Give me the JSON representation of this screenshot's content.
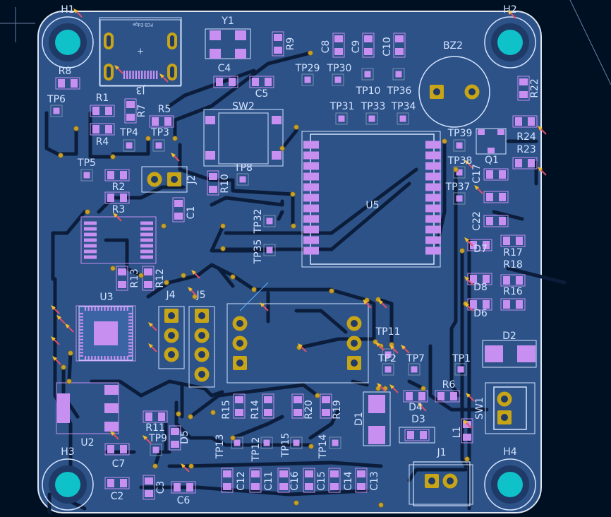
{
  "colors": {
    "background": "#001023",
    "board": "#2c5288",
    "copper_pour": "#345d97",
    "trace": "#0b1d3a",
    "silk": "#d4e3ff",
    "pad": "#c68ff0",
    "pad_hole": "#1f3a67",
    "through_hole": "#c8a517",
    "mounting_hole": "#0fc1c8",
    "via": "#c6a02b",
    "ratsnest": "#f0bc27"
  },
  "mounting_holes": [
    "H1",
    "H2",
    "H3",
    "H4"
  ],
  "designators": {
    "H1": "H1",
    "H2": "H2",
    "H3": "H3",
    "H4": "H4",
    "Y1": "Y1",
    "BZ2": "BZ2",
    "U5": "U5",
    "U3": "U3",
    "U2": "U2",
    "SW1": "SW1",
    "SW2": "SW2",
    "J1": "J1",
    "J2": "J2",
    "J4": "J4",
    "J5": "J5",
    "J3": "J3",
    "Q1": "Q1",
    "D1": "D1",
    "D2": "D2",
    "D3": "D3",
    "D4": "D4",
    "D5": "D5",
    "D6": "D6",
    "D7": "D7",
    "D8": "D8",
    "R1": "R1",
    "R2": "R2",
    "R3": "R3",
    "R4": "R4",
    "R5": "R5",
    "R6": "R6",
    "R7": "R7",
    "R8": "R8",
    "R9": "R9",
    "R10": "R10",
    "R11": "R11",
    "R12": "R12",
    "R13": "R13",
    "R14": "R14",
    "R15": "R15",
    "R16": "R16",
    "R17": "R17",
    "R18": "R18",
    "R19": "R19",
    "R20": "R20",
    "R22": "R22",
    "R23": "R23",
    "R24": "R24",
    "C1": "C1",
    "C2": "C2",
    "C3": "C3",
    "C4": "C4",
    "C5": "C5",
    "C6": "C6",
    "C7": "C7",
    "C8": "C8",
    "C9": "C9",
    "C10": "C10",
    "C11": "C11",
    "C12": "C12",
    "C13": "C13",
    "C14": "C14",
    "C15": "C15",
    "C16": "C16",
    "C17": "C17",
    "C22": "C22",
    "L1": "L1",
    "TP1": "TP1",
    "TP2": "TP2",
    "TP3": "TP3",
    "TP4": "TP4",
    "TP5": "TP5",
    "TP6": "TP6",
    "TP7": "TP7",
    "TP8": "TP8",
    "TP9": "TP9",
    "TP10": "TP10",
    "TP11": "TP11",
    "TP12": "TP12",
    "TP13": "TP13",
    "TP14": "TP14",
    "TP15": "TP15",
    "TP29": "TP29",
    "TP30": "TP30",
    "TP31": "TP31",
    "TP32": "TP32",
    "TP33": "TP33",
    "TP34": "TP34",
    "TP35": "TP35",
    "TP36": "TP36",
    "TP37": "TP37",
    "TP38": "TP38",
    "TP39": "TP39"
  },
  "annotations": {
    "pcb_edge": "PCB Edge"
  }
}
